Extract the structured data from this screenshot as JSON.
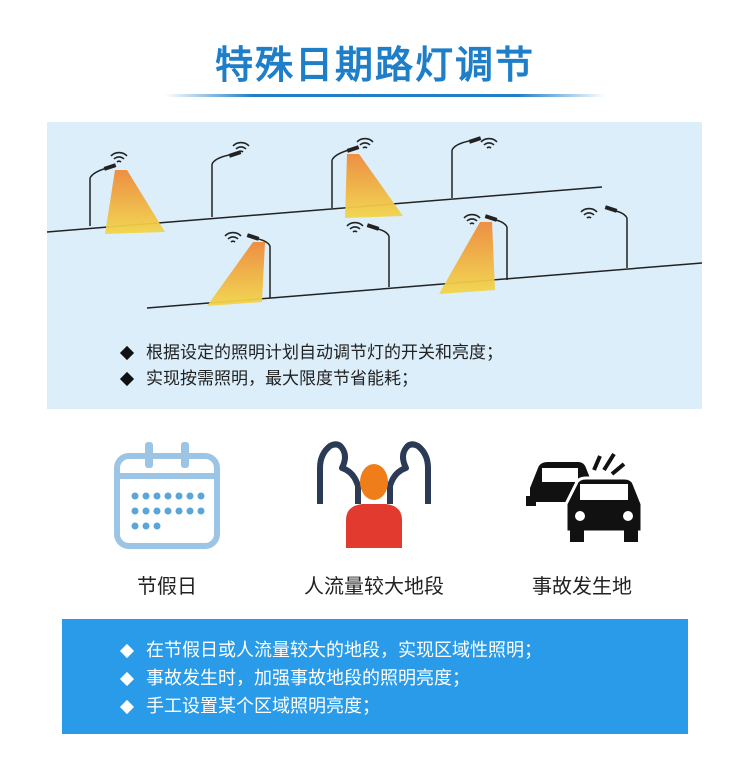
{
  "title": "特殊日期路灯调节",
  "scene": {
    "bullets": [
      "根据设定的照明计划自动调节灯的开关和亮度；",
      "实现按需照明，最大限度节省能耗；"
    ]
  },
  "icons": [
    {
      "label": "节假日",
      "icon": "calendar-icon"
    },
    {
      "label": "人流量较大地段",
      "icon": "crowd-icon"
    },
    {
      "label": "事故发生地",
      "icon": "car-accident-icon"
    }
  ],
  "info": {
    "bullets": [
      "在节假日或人流量较大的地段，实现区域性照明；",
      "事故发生时，加强事故地段的照明亮度；",
      "手工设置某个区域照明亮度；"
    ]
  },
  "colors": {
    "brand_blue": "#1f7ec8",
    "panel_light": "#dbeefa",
    "panel_blue": "#2a9be8",
    "beam_yellow": "#f2d64a",
    "beam_orange": "#ee8a3a",
    "icon_light_blue": "#9cc4e4",
    "person_orange": "#ef7d1a",
    "person_red": "#e23a2e",
    "person_navy": "#2b3a55"
  }
}
